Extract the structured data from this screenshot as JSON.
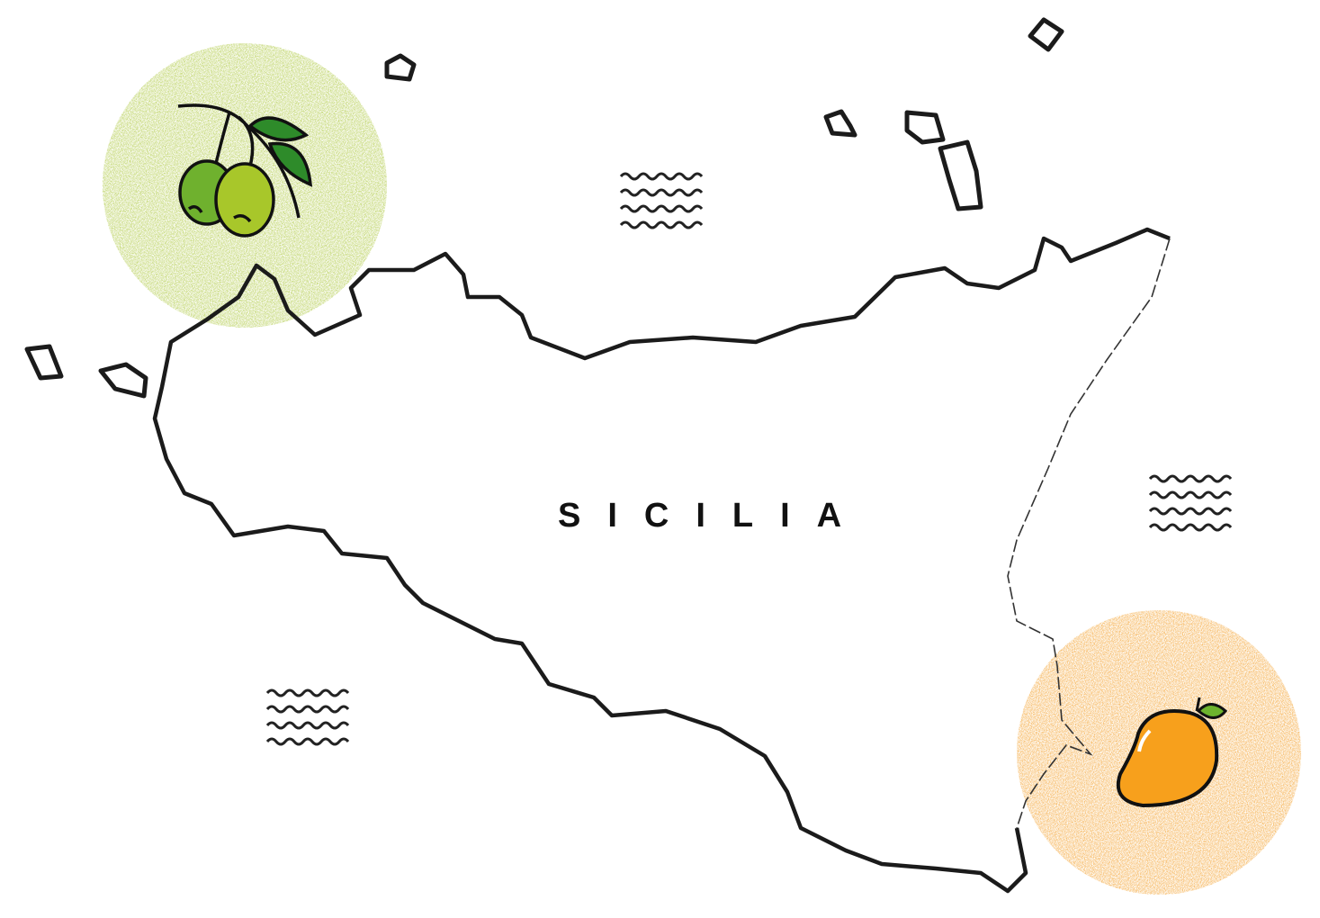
{
  "map": {
    "region_label": "SICILIA",
    "markers": [
      {
        "name": "olives",
        "icon": "olive-icon",
        "color": "#a7c431"
      },
      {
        "name": "mango",
        "icon": "mango-icon",
        "color": "#f39a1e"
      }
    ]
  }
}
